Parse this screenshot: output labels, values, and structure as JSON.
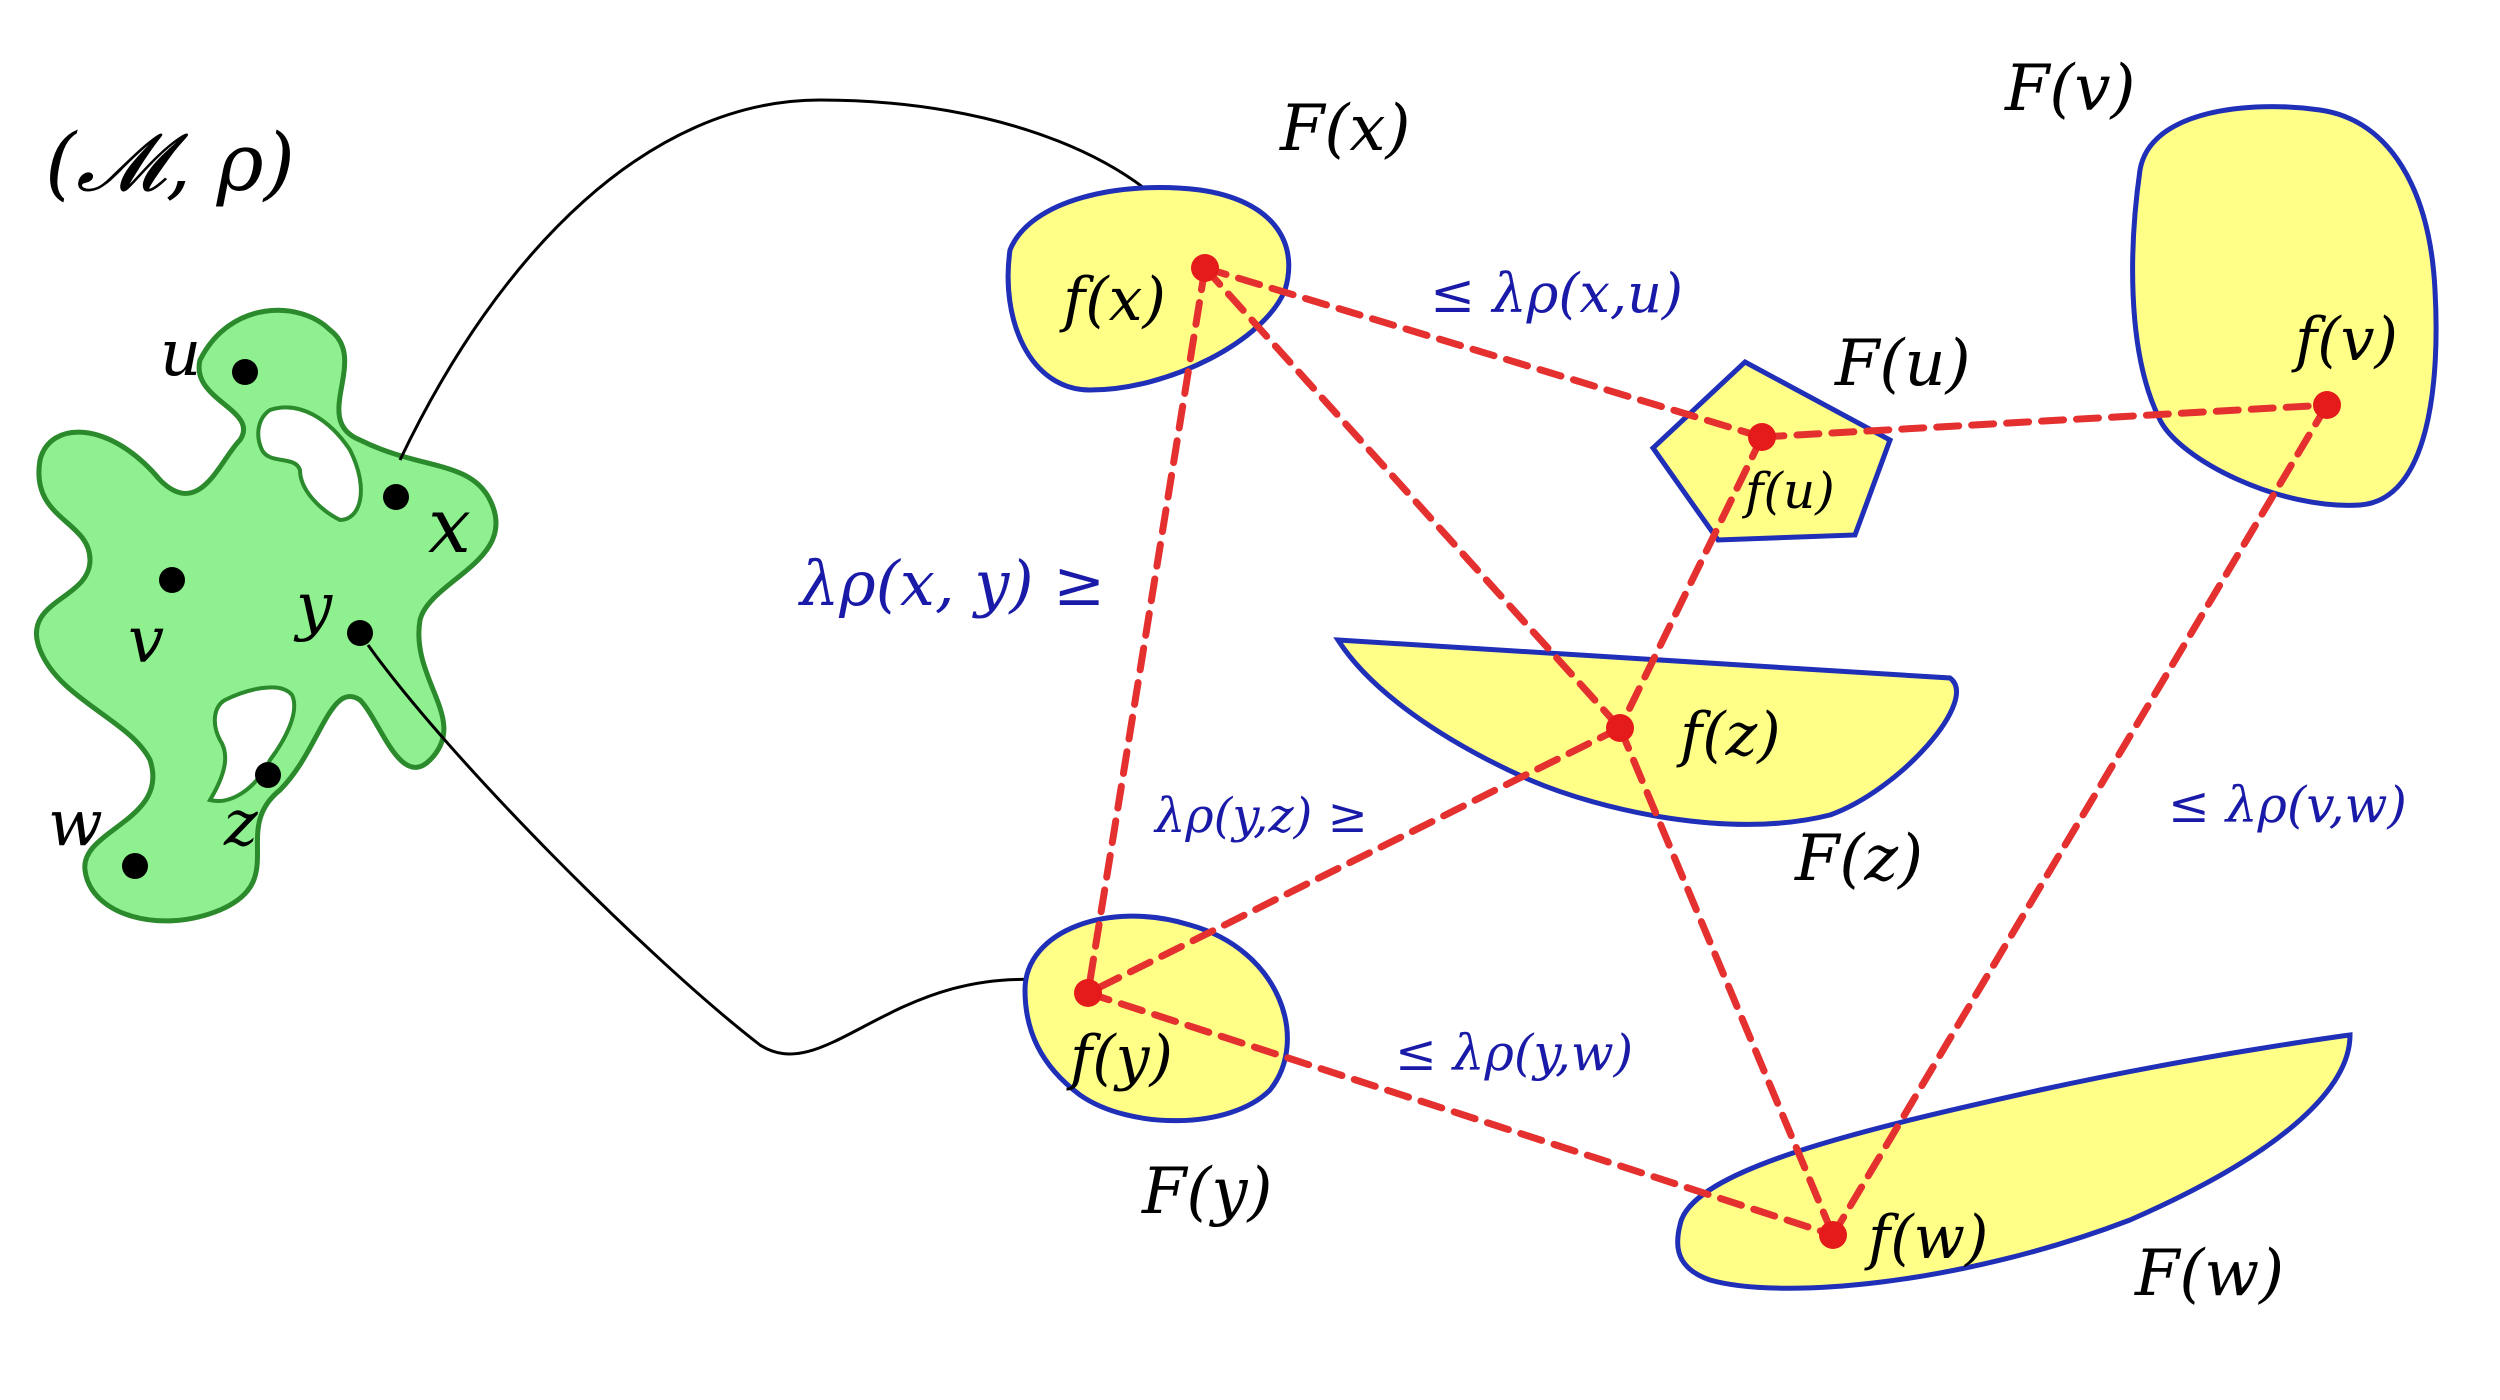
{
  "space": {
    "label": "(𝓜, ρ)",
    "points": {
      "u": "u",
      "x": "x",
      "v": "v",
      "y": "y",
      "w": "w",
      "z": "z"
    }
  },
  "sets": {
    "Fx": "F(x)",
    "Fu": "F(u)",
    "Fv": "F(v)",
    "Fz": "F(z)",
    "Fy": "F(y)",
    "Fw": "F(w)"
  },
  "images": {
    "fx": "f(x)",
    "fu": "f(u)",
    "fv": "f(v)",
    "fz": "f(z)",
    "fy": "f(y)",
    "fw": "f(w)"
  },
  "bounds": {
    "xu": "≤ λρ(x,u)",
    "xy": "λρ(x, y) ≥",
    "yz": "λρ(y,z) ≥",
    "yw": "≤ λρ(y,w)",
    "vw": "≤ λρ(v,w)"
  },
  "colors": {
    "set_fill": "#ffff88",
    "set_border": "#1f2fb8",
    "space_fill": "#8ef08e",
    "space_border": "#2b8a2b",
    "dashed_lines": "#e53030",
    "bound_labels": "#1a1aa8"
  }
}
